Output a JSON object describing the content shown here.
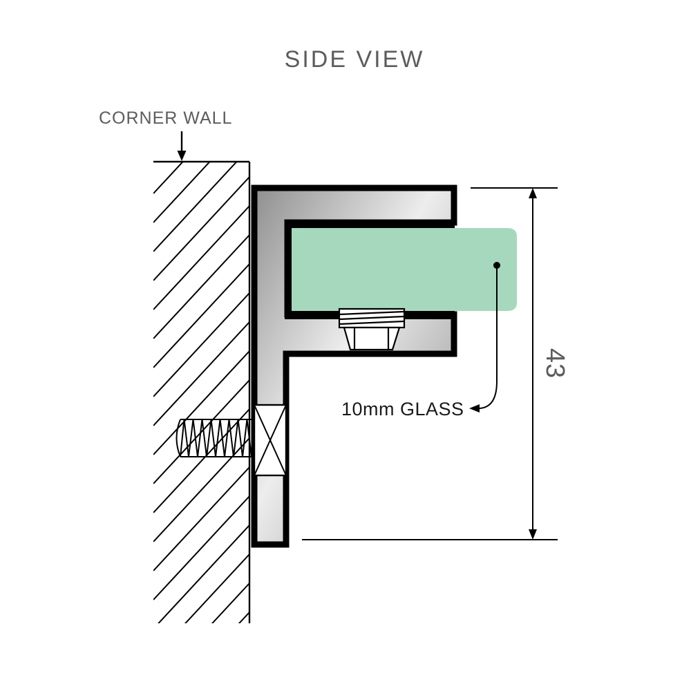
{
  "title": "SIDE VIEW",
  "wall": {
    "label": "CORNER WALL"
  },
  "glass": {
    "label": "10mm GLASS"
  },
  "dimension": {
    "value": "43"
  },
  "colors": {
    "line": "#000000",
    "text_gray": "#5c5c5c",
    "text_dark": "#1a1a1a",
    "glass_green": "#a6d8bd",
    "metal_dark": "#8f8f8f",
    "metal_mid": "#bdbdbd",
    "metal_light": "#ededed"
  }
}
